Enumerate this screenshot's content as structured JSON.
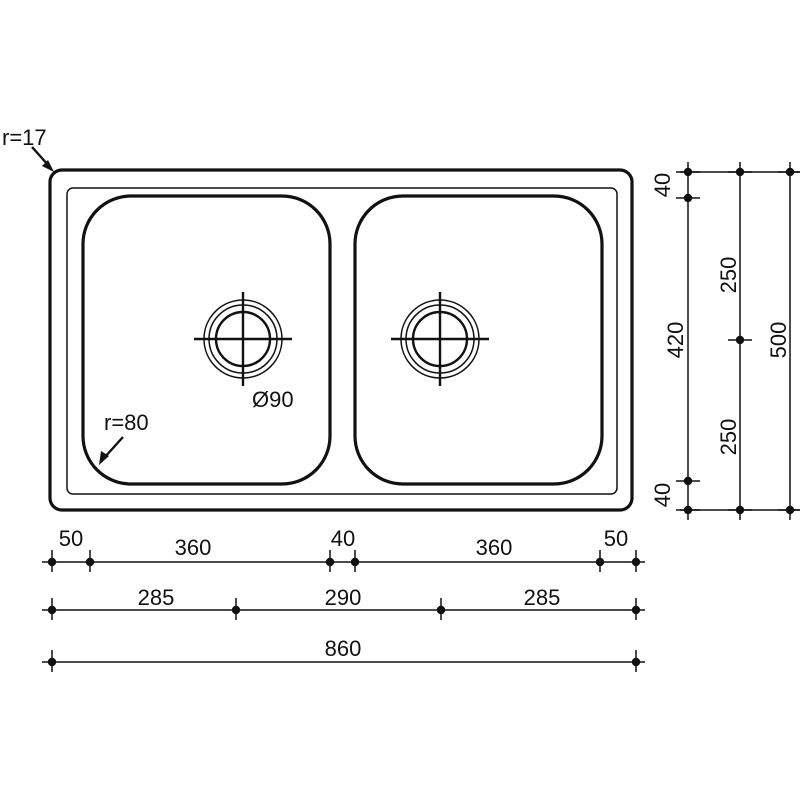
{
  "callouts": {
    "corner_radius": "r=17",
    "bowl_radius": "r=80",
    "drain_diameter": "Ø90"
  },
  "horizontal_dimensions": {
    "row1": [
      "50",
      "360",
      "40",
      "360",
      "50"
    ],
    "row2": [
      "285",
      "290",
      "285"
    ],
    "row3": [
      "860"
    ]
  },
  "vertical_dimensions": {
    "col1": [
      "40",
      "420",
      "40"
    ],
    "col2": [
      "250",
      "250"
    ],
    "col3": [
      "500"
    ]
  }
}
